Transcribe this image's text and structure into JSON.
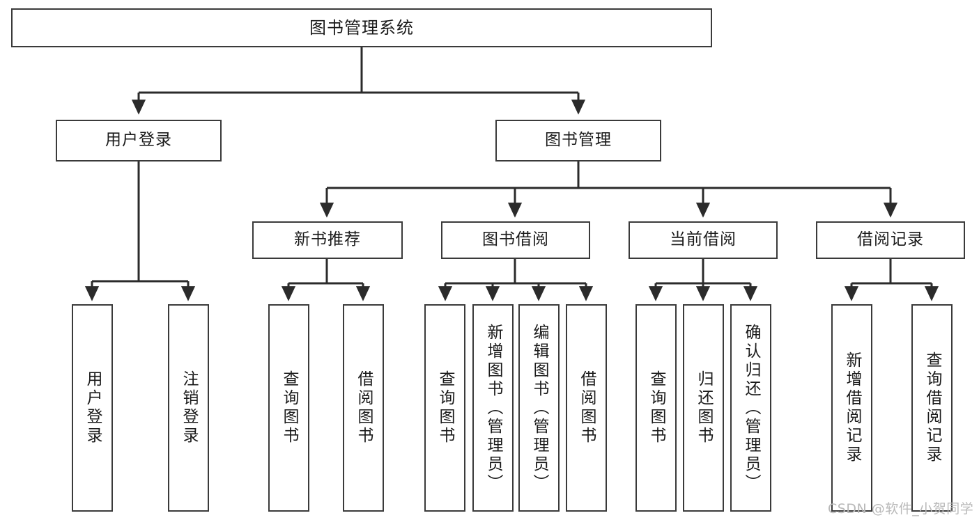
{
  "diagram": {
    "type": "tree-hierarchy-diagram",
    "title": "图书管理系统",
    "watermark": "CSDN @软件_小贺同学",
    "colors": {
      "box_border": "#3a3a3a",
      "box_fill": "#ffffff",
      "connector": "#2b2b2b",
      "text": "#1a1a1a",
      "watermark": "#b9b9b9",
      "background": "#ffffff"
    },
    "nodes": {
      "root": {
        "label": "图书管理系统"
      },
      "tier2": [
        {
          "id": "user-login",
          "label": "用户登录"
        },
        {
          "id": "book-management",
          "label": "图书管理"
        }
      ],
      "tier3": [
        {
          "id": "new-book-recommend",
          "label": "新书推荐"
        },
        {
          "id": "book-borrow",
          "label": "图书借阅"
        },
        {
          "id": "current-borrow",
          "label": "当前借阅"
        },
        {
          "id": "borrow-record",
          "label": "借阅记录"
        }
      ],
      "leaves": {
        "user-login": [
          {
            "id": "leaf-user-login",
            "label": "用户登录"
          },
          {
            "id": "leaf-logout-login",
            "label": "注销登录"
          }
        ],
        "new-book-recommend": [
          {
            "id": "leaf-query-book-1",
            "label": "查询图书"
          },
          {
            "id": "leaf-borrow-book-1",
            "label": "借阅图书"
          }
        ],
        "book-borrow": [
          {
            "id": "leaf-query-book-2",
            "label": "查询图书"
          },
          {
            "id": "leaf-add-book-admin",
            "label": "新增图书（管理员）"
          },
          {
            "id": "leaf-edit-book-admin",
            "label": "编辑图书（管理员）"
          },
          {
            "id": "leaf-borrow-book-2",
            "label": "借阅图书"
          }
        ],
        "current-borrow": [
          {
            "id": "leaf-query-book-3",
            "label": "查询图书"
          },
          {
            "id": "leaf-return-book",
            "label": "归还图书"
          },
          {
            "id": "leaf-confirm-return-admin",
            "label": "确认归还（管理员）"
          }
        ],
        "borrow-record": [
          {
            "id": "leaf-add-borrow-record",
            "label": "新增借阅记录"
          },
          {
            "id": "leaf-query-borrow-record",
            "label": "查询借阅记录"
          }
        ]
      }
    }
  }
}
